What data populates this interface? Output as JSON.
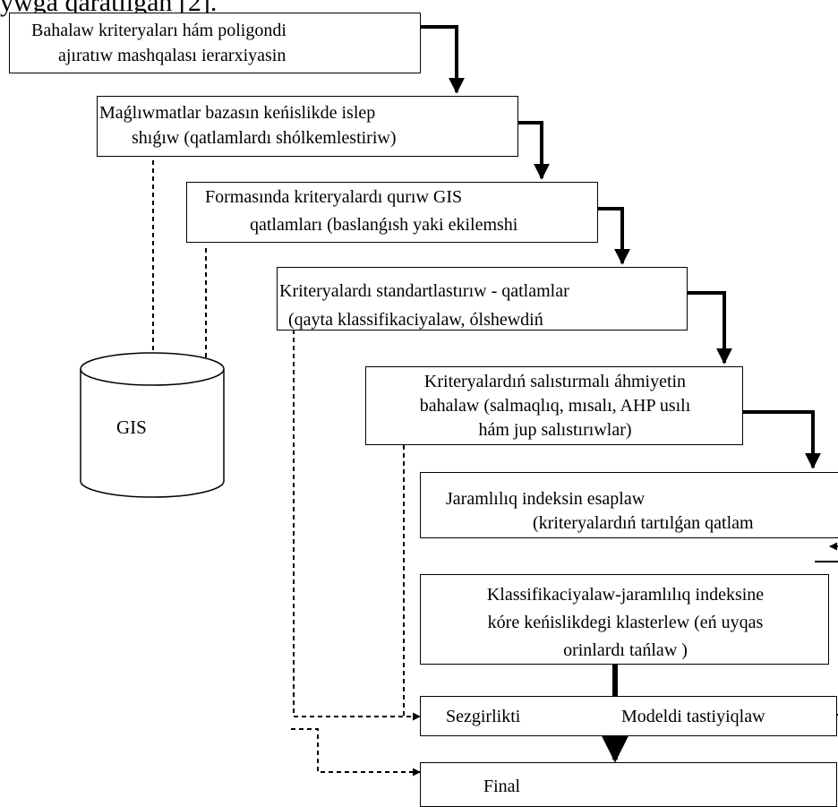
{
  "page": {
    "header_text": "ywga qaratılgan [2]."
  },
  "steps": [
    {
      "lines": [
        "Bahalaw kriteryaları hám poligondi",
        "ajıratıw mashqalası ierarxiyasin"
      ]
    },
    {
      "lines": [
        "Maǵlıwmatlar bazasın keńislikde islep",
        "shıǵıw (qatlamlardı shólkemlestiriw)"
      ]
    },
    {
      "lines": [
        "Formasında kriteryalardı qurıw GIS",
        "qatlamları (baslanǵısh yaki ekilemshi"
      ]
    },
    {
      "lines": [
        "Kriteryalardı standartlastırıw - qatlamlar",
        "(qayta klassifikaciyalaw, ólshewdiń"
      ]
    },
    {
      "lines": [
        "Kriteryalardıń salıstırmalı áhmiyetin",
        "bahalaw (salmaqlıq, mısalı, AHP usılı",
        "hám jup salıstırıwlar)"
      ]
    },
    {
      "lines": [
        "Jaramlılıq indeksin esaplaw",
        "(kriteryalardıń tartılǵan qatlam"
      ]
    },
    {
      "lines": [
        "Klassifikaciyalaw-jaramlılıq indeksine",
        "kóre keńislikdegi klasterlew (eń uyqas",
        "orinlardı tańlaw )"
      ]
    },
    {
      "lines": [
        "Sezgirlikti",
        "Modeldi tastiyiqlaw"
      ]
    },
    {
      "lines": [
        "Final"
      ]
    }
  ],
  "database": {
    "label": "GIS"
  }
}
